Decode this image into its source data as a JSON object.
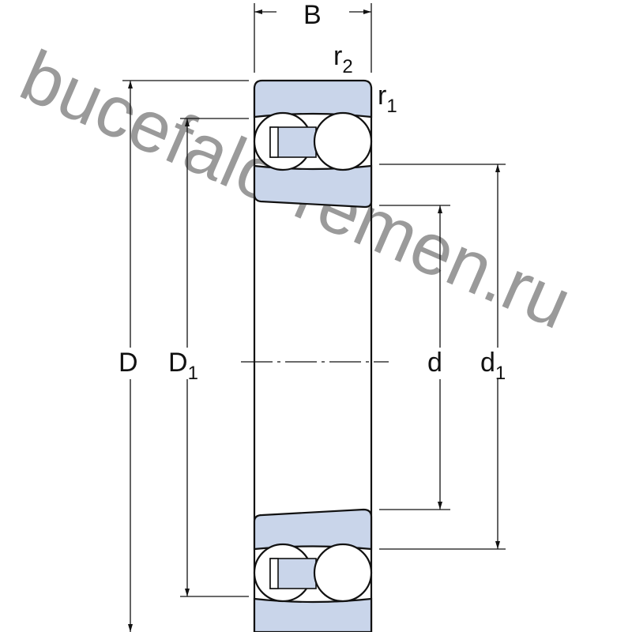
{
  "labels": {
    "B": "B",
    "r2": {
      "main": "r",
      "sub": "2"
    },
    "r1": {
      "main": "r",
      "sub": "1"
    },
    "D": "D",
    "D1": {
      "main": "D",
      "sub": "1"
    },
    "d": "d",
    "d1": {
      "main": "d",
      "sub": "1"
    }
  },
  "watermark": "bucefalo-remen.ru",
  "colors": {
    "ring_fill": "#c9d5ea",
    "line": "#111111",
    "watermark": "#9a9a9a"
  }
}
